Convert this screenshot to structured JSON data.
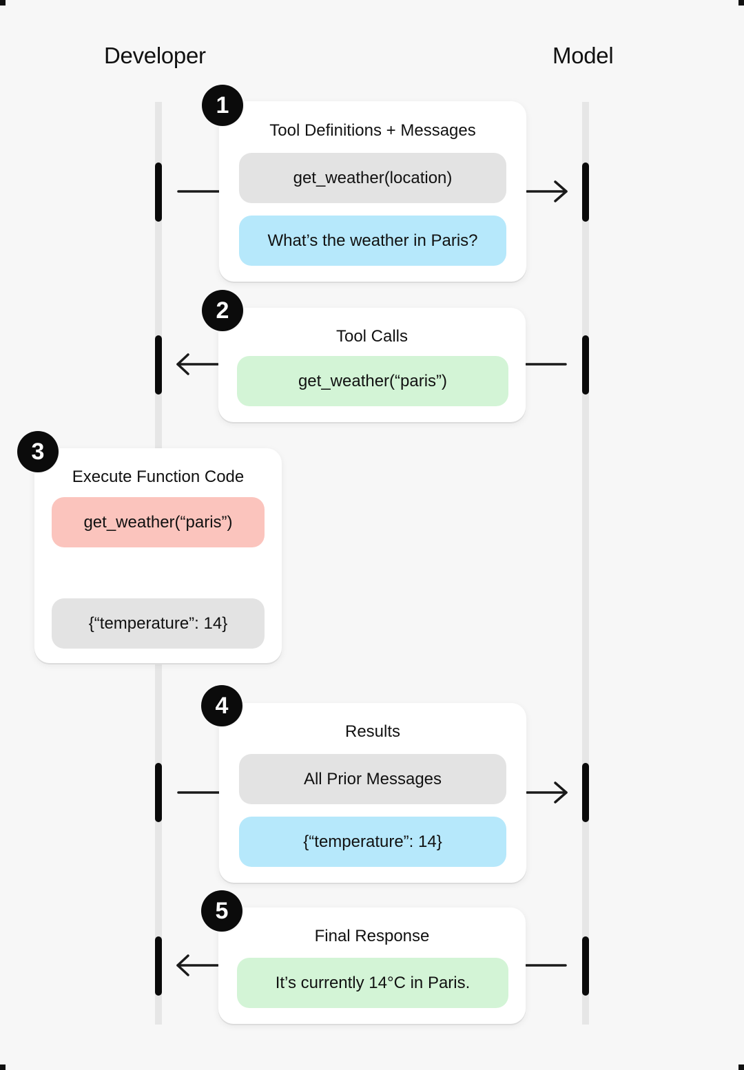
{
  "lanes": {
    "developer_label": "Developer",
    "model_label": "Model"
  },
  "steps": [
    {
      "number": "1",
      "title": "Tool Definitions + Messages",
      "items": [
        "get_weather(location)",
        "What’s the weather in Paris?"
      ],
      "direction": "developer-to-model"
    },
    {
      "number": "2",
      "title": "Tool Calls",
      "items": [
        "get_weather(“paris”)"
      ],
      "direction": "model-to-developer"
    },
    {
      "number": "3",
      "title": "Execute Function Code",
      "items": [
        "get_weather(“paris”)",
        "{“temperature”: 14}"
      ],
      "direction": "developer-internal"
    },
    {
      "number": "4",
      "title": "Results",
      "items": [
        "All Prior Messages",
        "{“temperature”: 14}"
      ],
      "direction": "developer-to-model"
    },
    {
      "number": "5",
      "title": "Final Response",
      "items": [
        "It’s currently 14°C in Paris."
      ],
      "direction": "model-to-developer"
    }
  ],
  "colors": {
    "background": "#f7f7f7",
    "card": "#ffffff",
    "pill_gray": "#e3e3e3",
    "pill_blue": "#b6e8fb",
    "pill_green": "#d3f4d6",
    "pill_red": "#fbc4bd",
    "ink": "#0b0b0b"
  }
}
